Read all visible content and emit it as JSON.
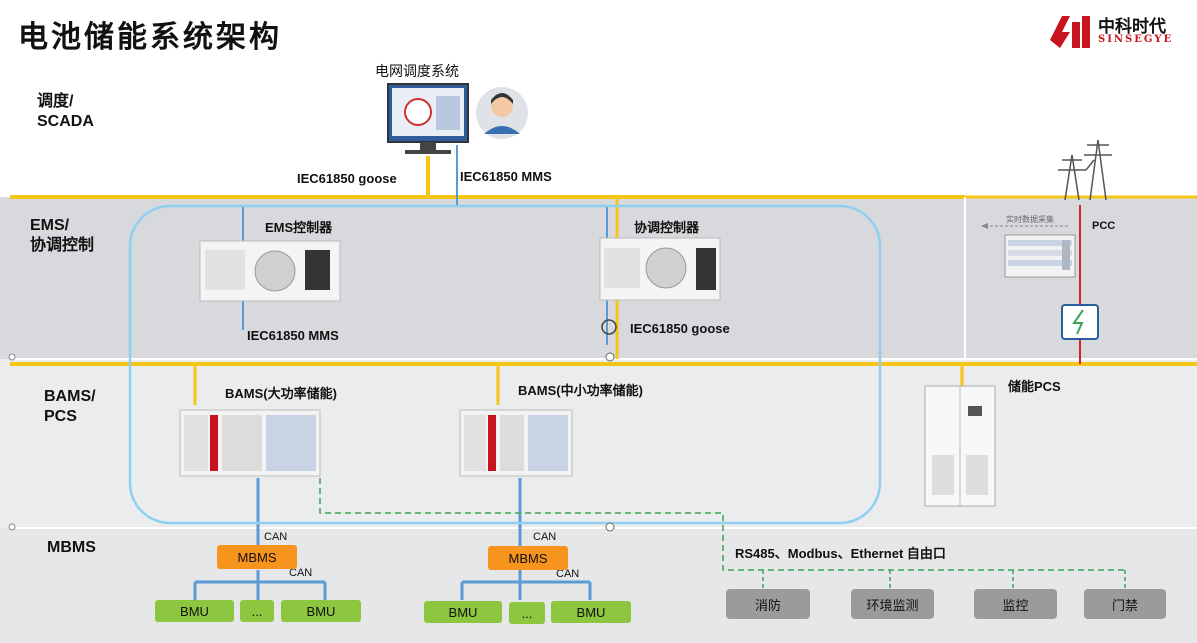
{
  "title": "电池储能系统架构",
  "logo": {
    "cn": "中科时代",
    "en": "SINSEGYE"
  },
  "zones": {
    "scada": "调度/\nSCADA",
    "ems": "EMS/\n协调控制",
    "bams": "BAMS/\nPCS",
    "mbms": "MBMS"
  },
  "labels": {
    "grid_dispatch": "电网调度系统",
    "iec_goose_top": "IEC61850 goose",
    "iec_mms_top": "IEC61850 MMS",
    "ems_controller": "EMS控制器",
    "coord_controller": "协调控制器",
    "iec_mms_mid": "IEC61850 MMS",
    "iec_goose_mid": "IEC61850 goose",
    "realtime": "实时数据采集",
    "pcc": "PCC",
    "bams_large": "BAMS(大功率储能)",
    "bams_small": "BAMS(中小功率储能)",
    "pcs": "储能PCS",
    "can1": "CAN",
    "can2": "CAN",
    "can3": "CAN",
    "can4": "CAN",
    "rs485": "RS485、Modbus、Ethernet 自由口"
  },
  "mbms_boxes": [
    "MBMS",
    "MBMS"
  ],
  "bmu_left": [
    "BMU",
    "...",
    "BMU"
  ],
  "bmu_right": [
    "BMU",
    "...",
    "BMU"
  ],
  "aux_devices": [
    "消防",
    "环境监测",
    "监控",
    "门禁"
  ],
  "colors": {
    "yellow": "#f5c518",
    "blue": "#5b9bd5",
    "loop": "#8fd0f0",
    "green_dash": "#3aa655",
    "orange": "#f7941d",
    "green": "#8dc63f",
    "red": "#d0242a"
  }
}
